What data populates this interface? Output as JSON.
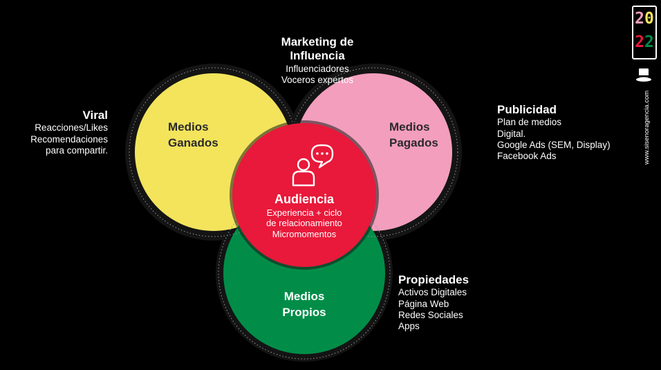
{
  "medios": {
    "ganados": {
      "line1": "Medios",
      "line2": "Ganados",
      "color": "#f3e45c"
    },
    "pagados": {
      "line1": "Medios",
      "line2": "Pagados",
      "color": "#f39ebd"
    },
    "propios": {
      "line1": "Medios",
      "line2": "Propios",
      "color": "#018d48"
    }
  },
  "audiencia": {
    "title": "Audiencia",
    "lines": [
      "Experiencia + ciclo",
      "de relacionamiento",
      "Micromomentos"
    ],
    "color": "#e8193a",
    "icon": "user-chat-icon"
  },
  "viral": {
    "title": "Viral",
    "lines": [
      "Reacciones/Likes",
      "Recomendaciones",
      "para compartir."
    ]
  },
  "marketing": {
    "title_line1": "Marketing de",
    "title_line2": "Influencia",
    "lines": [
      "Influenciadores",
      "Voceros expertos"
    ]
  },
  "publicidad": {
    "title": "Publicidad",
    "lines": [
      "Plan de medios",
      "Digital.",
      "Google Ads (SEM, Display)",
      "Facebook Ads"
    ]
  },
  "propiedades": {
    "title": "Propiedades",
    "lines": [
      "Activos Digitales",
      "Página Web",
      "Redes Sociales",
      "Apps"
    ]
  },
  "branding": {
    "year_top": "20",
    "year_bottom": "22",
    "year_colors": [
      "#f39ebd",
      "#f3e45c",
      "#e8193a",
      "#018d48"
    ],
    "url": "www.sisenoragencia.com",
    "icon": "top-hat-icon"
  }
}
